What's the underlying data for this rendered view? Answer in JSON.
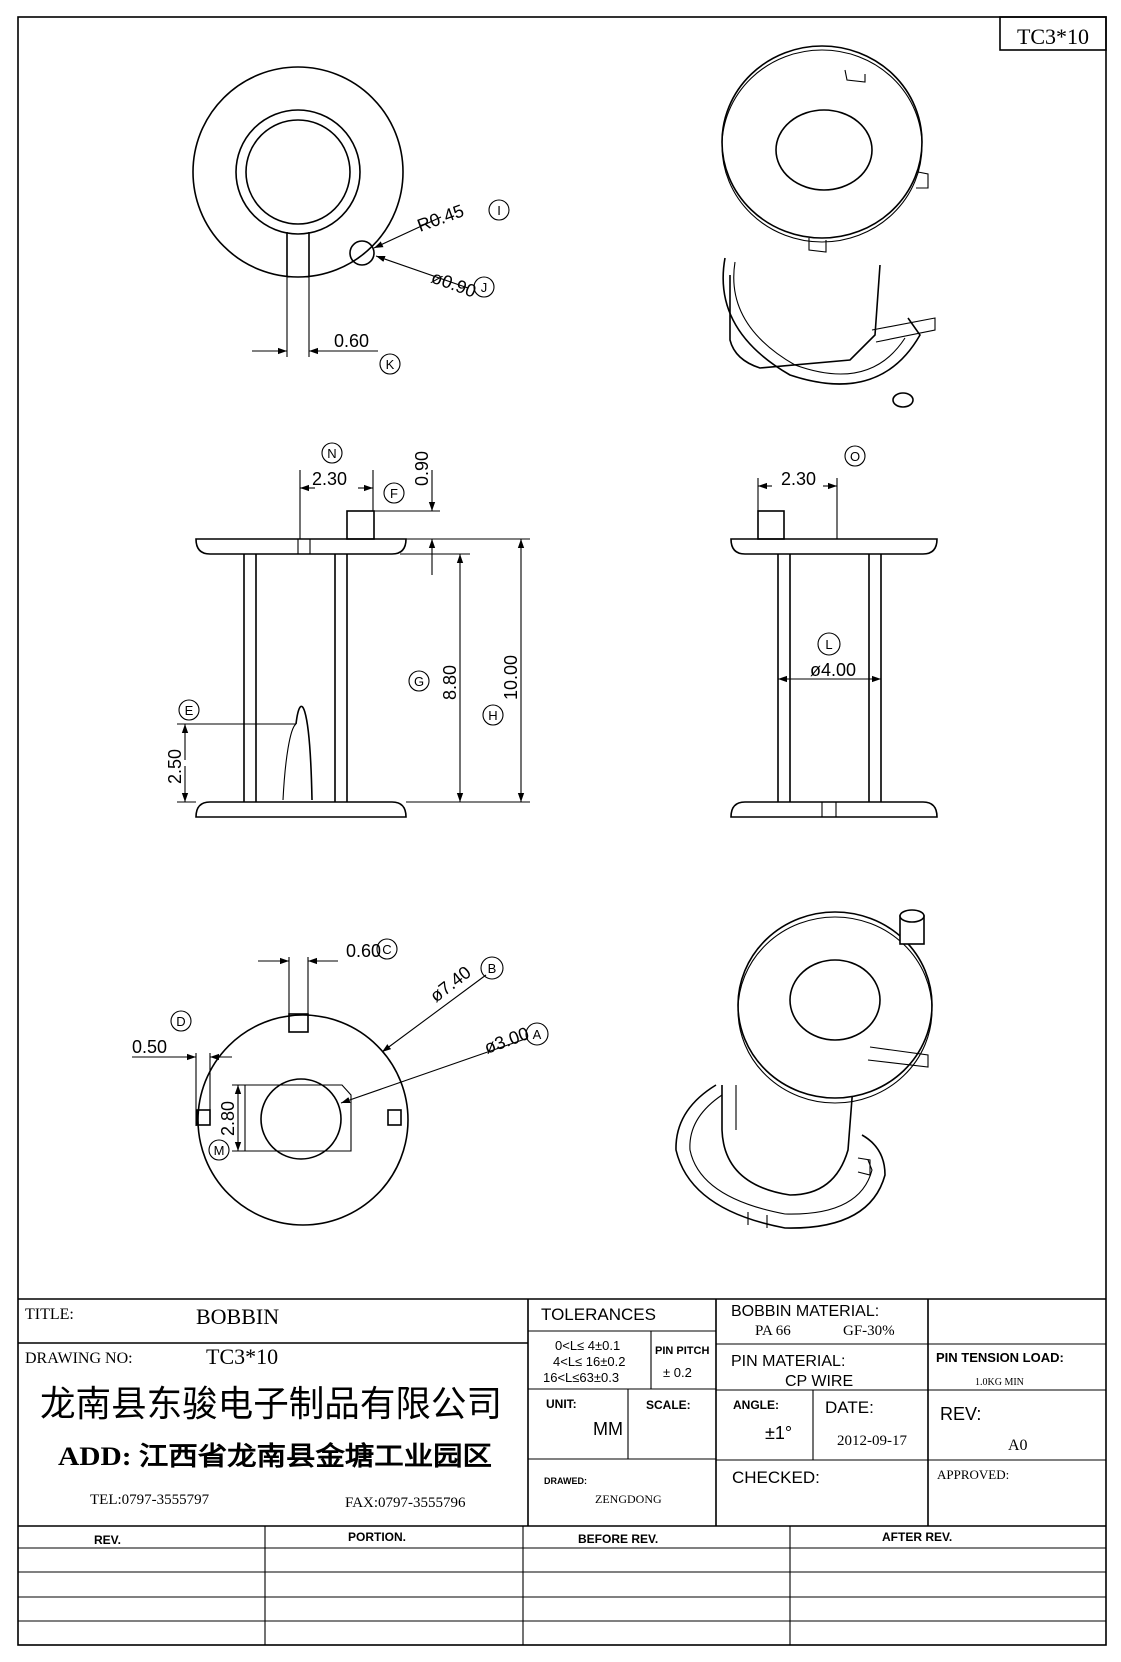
{
  "drawing_code": "TC3*10",
  "dimensions": {
    "r045": "R0.45",
    "d090": "ø0.90",
    "w060_top": "0.60",
    "w230_front": "2.30",
    "h090": "0.90",
    "h880": "8.80",
    "h1000": "10.00",
    "h250": "2.50",
    "w230_side": "2.30",
    "d400": "ø4.00",
    "w060_bottom": "0.60",
    "d740": "ø7.40",
    "d300": "ø3.00",
    "w050": "0.50",
    "h280": "2.80"
  },
  "balloons": {
    "I": "I",
    "J": "J",
    "K": "K",
    "N": "N",
    "F": "F",
    "O": "O",
    "G": "G",
    "H": "H",
    "E": "E",
    "L": "L",
    "C": "C",
    "B": "B",
    "A": "A",
    "D": "D",
    "M": "M"
  },
  "title_block": {
    "title_label": "TITLE:",
    "title_value": "BOBBIN",
    "drawing_no_label": "DRAWING NO:",
    "drawing_no_value": "TC3*10",
    "company": "龙南县东骏电子制品有限公司",
    "address": "ADD: 江西省龙南县金塘工业园区",
    "tel": "TEL:0797-3555797",
    "fax": "FAX:0797-3555796",
    "tolerances_label": "TOLERANCES",
    "tol_1": "0<L≤ 4±0.1",
    "tol_2": "4<L≤ 16±0.2",
    "tol_3": "16<L≤63±0.3",
    "pin_pitch_label": "PIN PITCH",
    "pin_pitch_value": "± 0.2",
    "bobbin_material_label": "BOBBIN MATERIAL:",
    "bobbin_material_value_1": "PA 66",
    "bobbin_material_value_2": "GF-30%",
    "pin_material_label": "PIN MATERIAL:",
    "pin_material_value": "CP WIRE",
    "pin_tension_label": "PIN TENSION LOAD:",
    "pin_tension_value": "1.0KG MIN",
    "unit_label": "UNIT:",
    "unit_value": "MM",
    "scale_label": "SCALE:",
    "angle_label": "ANGLE:",
    "angle_value": "±1°",
    "date_label": "DATE:",
    "date_value": "2012-09-17",
    "rev_label": "REV:",
    "rev_value": "A0",
    "drawed_label": "DRAWED:",
    "drawed_value": "ZENGDONG",
    "checked_label": "CHECKED:",
    "approved_label": "APPROVED:"
  },
  "revision_table": {
    "headers": [
      "REV.",
      "PORTION.",
      "BEFORE REV.",
      "AFTER REV."
    ]
  }
}
